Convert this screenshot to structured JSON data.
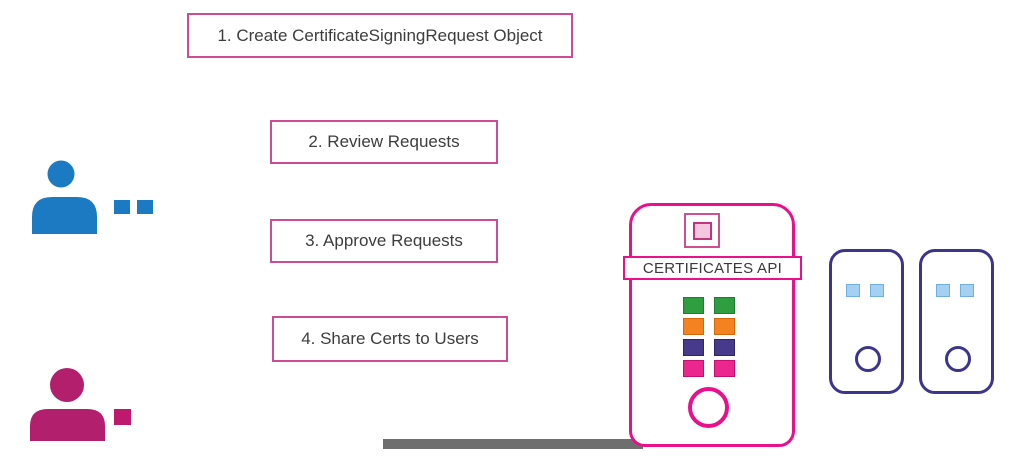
{
  "steps": [
    {
      "label": "1. Create CertificateSigningRequest Object"
    },
    {
      "label": "2. Review Requests"
    },
    {
      "label": "3. Approve Requests"
    },
    {
      "label": "4. Share Certs to Users"
    }
  ],
  "step_box_border": "#cc4d92",
  "text_color": "#3d3d3d",
  "actors": {
    "admin": {
      "color": "#1b7ac1",
      "badge_color": "#1b7ac1",
      "badge_count": 2
    },
    "user": {
      "color": "#b21f6d",
      "badge_color": "#bf196e",
      "badge_count": 1
    }
  },
  "api_server": {
    "title": "CERTIFICATES API",
    "accent": "#ea0f8a",
    "icon": {
      "outer_border": "#cf4f8f",
      "inner_fill": "#f5c6e0",
      "inner_border": "#c2357c"
    },
    "csr_rows": [
      {
        "name": "green",
        "fill": "#2f9e41",
        "border": "#1e7d2e"
      },
      {
        "name": "orange",
        "fill": "#f58220",
        "border": "#d4670b"
      },
      {
        "name": "purple",
        "fill": "#473a8c",
        "border": "#322566"
      },
      {
        "name": "pink",
        "fill": "#ec268f",
        "border": "#c50f6f"
      }
    ]
  },
  "nodes": {
    "count": 2,
    "border_color": "#3d358b",
    "square_fill": "#a6d0f1",
    "square_border": "#6fb0e0"
  },
  "progress_bar_color": "#6e6e6e"
}
